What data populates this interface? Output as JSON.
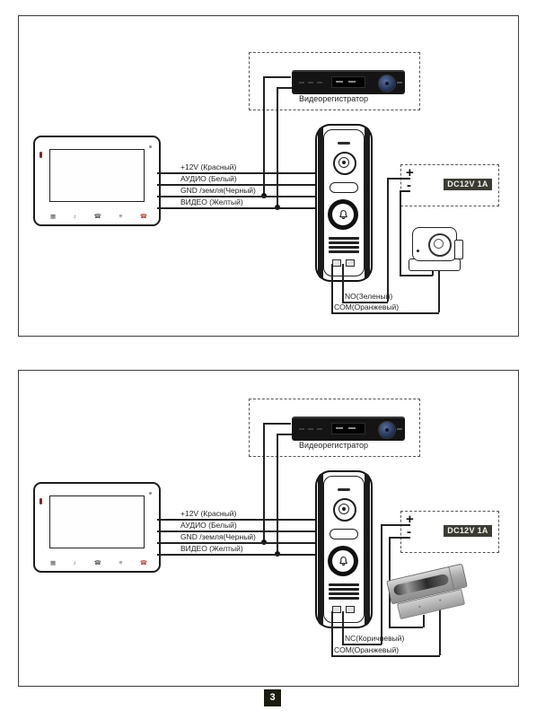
{
  "page": {
    "number": "3"
  },
  "colors": {
    "wire": "#222222",
    "frame_border": "#3c3c3c",
    "psu_badge_bg": "#3b3b33",
    "psu_badge_text": "#f2f2ee",
    "page_badge_bg": "#1b1b10",
    "page_badge_text": "#ffffff"
  },
  "monitor_icons": [
    {
      "name": "screen-icon",
      "glyph": "▦"
    },
    {
      "name": "melody-icon",
      "glyph": "♪"
    },
    {
      "name": "talk-icon",
      "glyph": "☎"
    },
    {
      "name": "menu-icon",
      "glyph": "≡"
    },
    {
      "name": "hangup-icon",
      "glyph": "☎"
    }
  ],
  "diagrams": [
    {
      "dvr_label": "Видеорегистратор",
      "bus_wires": [
        "+12V (Красный)",
        "АУДИО (Белый)",
        "GND /земля(Черный)",
        "ВИДЕО (Желтый)"
      ],
      "psu": {
        "plus": "+",
        "minus": "-",
        "label": "DC12V 1A"
      },
      "relay_wires": [
        "NO(Зеленый)",
        "COM(Оранжевый)"
      ]
    },
    {
      "dvr_label": "Видеорегистратор",
      "bus_wires": [
        "+12V (Красный)",
        "АУДИО (Белый)",
        "GND /земля(Черный)",
        "ВИДЕО (Желтый)"
      ],
      "psu": {
        "plus": "+",
        "minus": "-",
        "label": "DC12V 1A"
      },
      "relay_wires": [
        "NC(Коричневый)",
        "COM(Оранжевый)"
      ]
    }
  ]
}
